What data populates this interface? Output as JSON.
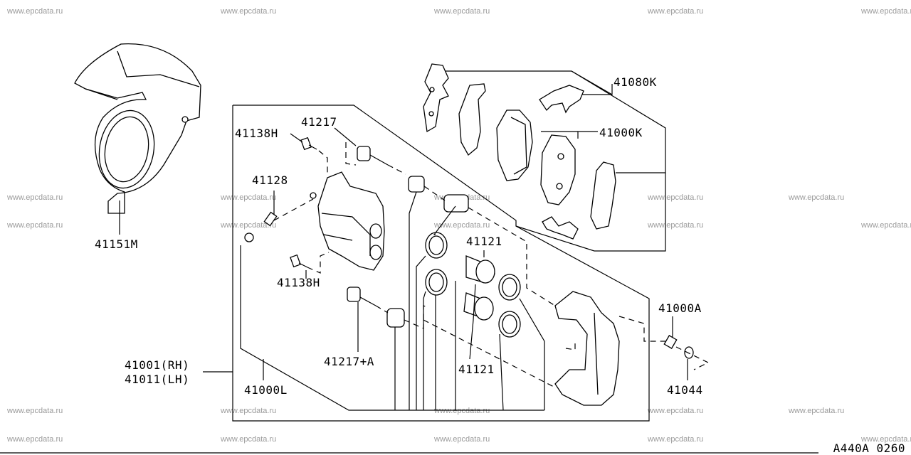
{
  "watermarks": [
    "www.epcdata.ru",
    "www.epcdata.ru",
    "www.epcdata.ru",
    "www.epcdata.ru",
    "www.epcdata.ru",
    "www.epcdata.ru",
    "www.epcdata.ru",
    "www.epcdata.ru",
    "www.epcdata.ru",
    "www.epcdata.ru",
    "www.epcdata.ru",
    "www.epcdata.ru",
    "www.epcdata.ru",
    "www.epcdata.ru",
    "www.epcdata.ru",
    "www.epcdata.ru",
    "www.epcdata.ru",
    "www.epcdata.ru",
    "www.epcdata.ru",
    "www.epcdata.ru",
    "www.epcdata.ru",
    "www.epcdata.ru",
    "www.epcdata.ru",
    "www.epcdata.ru",
    "www.epcdata.ru"
  ],
  "labels": {
    "p41080k": "41080K",
    "p41000k": "41000K",
    "p41217": "41217",
    "p41138h_top": "41138H",
    "p41128": "41128",
    "p41151m": "41151M",
    "p41138h_bottom": "41138H",
    "p41121_top": "41121",
    "p41121_bottom": "41121",
    "p41217a": "41217+A",
    "p41000a": "41000A",
    "p41001": "41001(RH)",
    "p41011": "41011(LH)",
    "p41000l": "41000L",
    "p41044": "41044"
  },
  "reference_code": "A440A 0260"
}
